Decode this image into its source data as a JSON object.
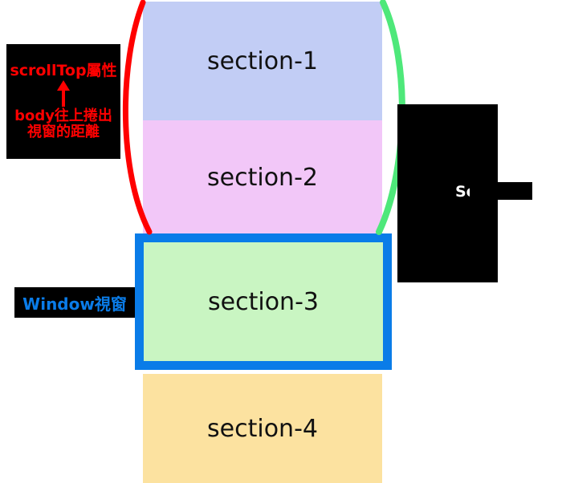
{
  "diagram": {
    "title_hidden": "",
    "sections": [
      {
        "id": "sec1",
        "label": "section-1",
        "color": "#c2cdf5"
      },
      {
        "id": "sec2",
        "label": "section-2",
        "color": "#f2c7f8"
      },
      {
        "id": "sec3",
        "label": "section-3",
        "color": "#c9f5c2"
      },
      {
        "id": "sec4",
        "label": "section-4",
        "color": "#fce2a0"
      }
    ],
    "annotations": {
      "scrolltop": {
        "line1": "scrollTop屬性",
        "arrow": "arrow-up",
        "line2": "body往上捲出",
        "line3": "視窗的距離",
        "text_color": "#ff0000",
        "background": "#000000"
      },
      "window": {
        "label": "Window視窗",
        "text_color": "#0a7ce8",
        "background": "#000000"
      },
      "right_panel": {
        "label": "Scroll",
        "text_color": "#ffffff",
        "background": "#000000"
      }
    },
    "arcs": {
      "left_arc_color": "#ff0000",
      "right_arc_color": "#4ee87a"
    },
    "window_frame_color": "#0a7ce8"
  }
}
